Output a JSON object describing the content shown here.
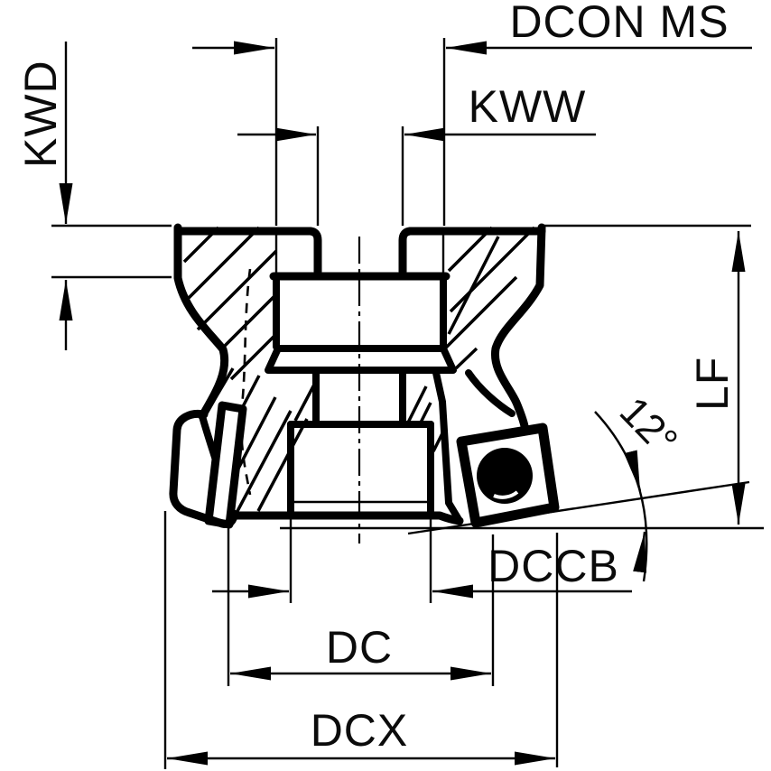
{
  "drawing": {
    "type": "technical-dimension-diagram",
    "subject": "face milling cutter cross-section with indexable inserts",
    "background_color": "#ffffff",
    "line_color": "#000000"
  },
  "labels": {
    "dcon_ms": "DCON MS",
    "kww": "KWW",
    "kwd": "KWD",
    "lf": "LF",
    "angle": "12°",
    "dccb": "DCCB",
    "dc": "DC",
    "dcx": "DCX"
  }
}
